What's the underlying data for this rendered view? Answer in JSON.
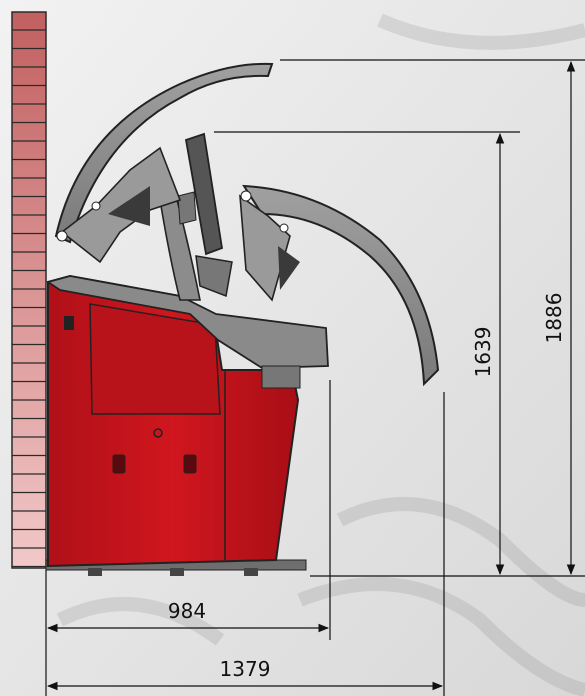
{
  "dimensions": {
    "depth_machine": "984",
    "depth_total": "1379",
    "height_guard_lower": "1639",
    "height_guard_upper": "1886"
  },
  "colors": {
    "machine_red": "#c8141c",
    "guard_grey": "#8c8c8c",
    "wall_brick": "#c96b6b",
    "line": "#111111"
  }
}
